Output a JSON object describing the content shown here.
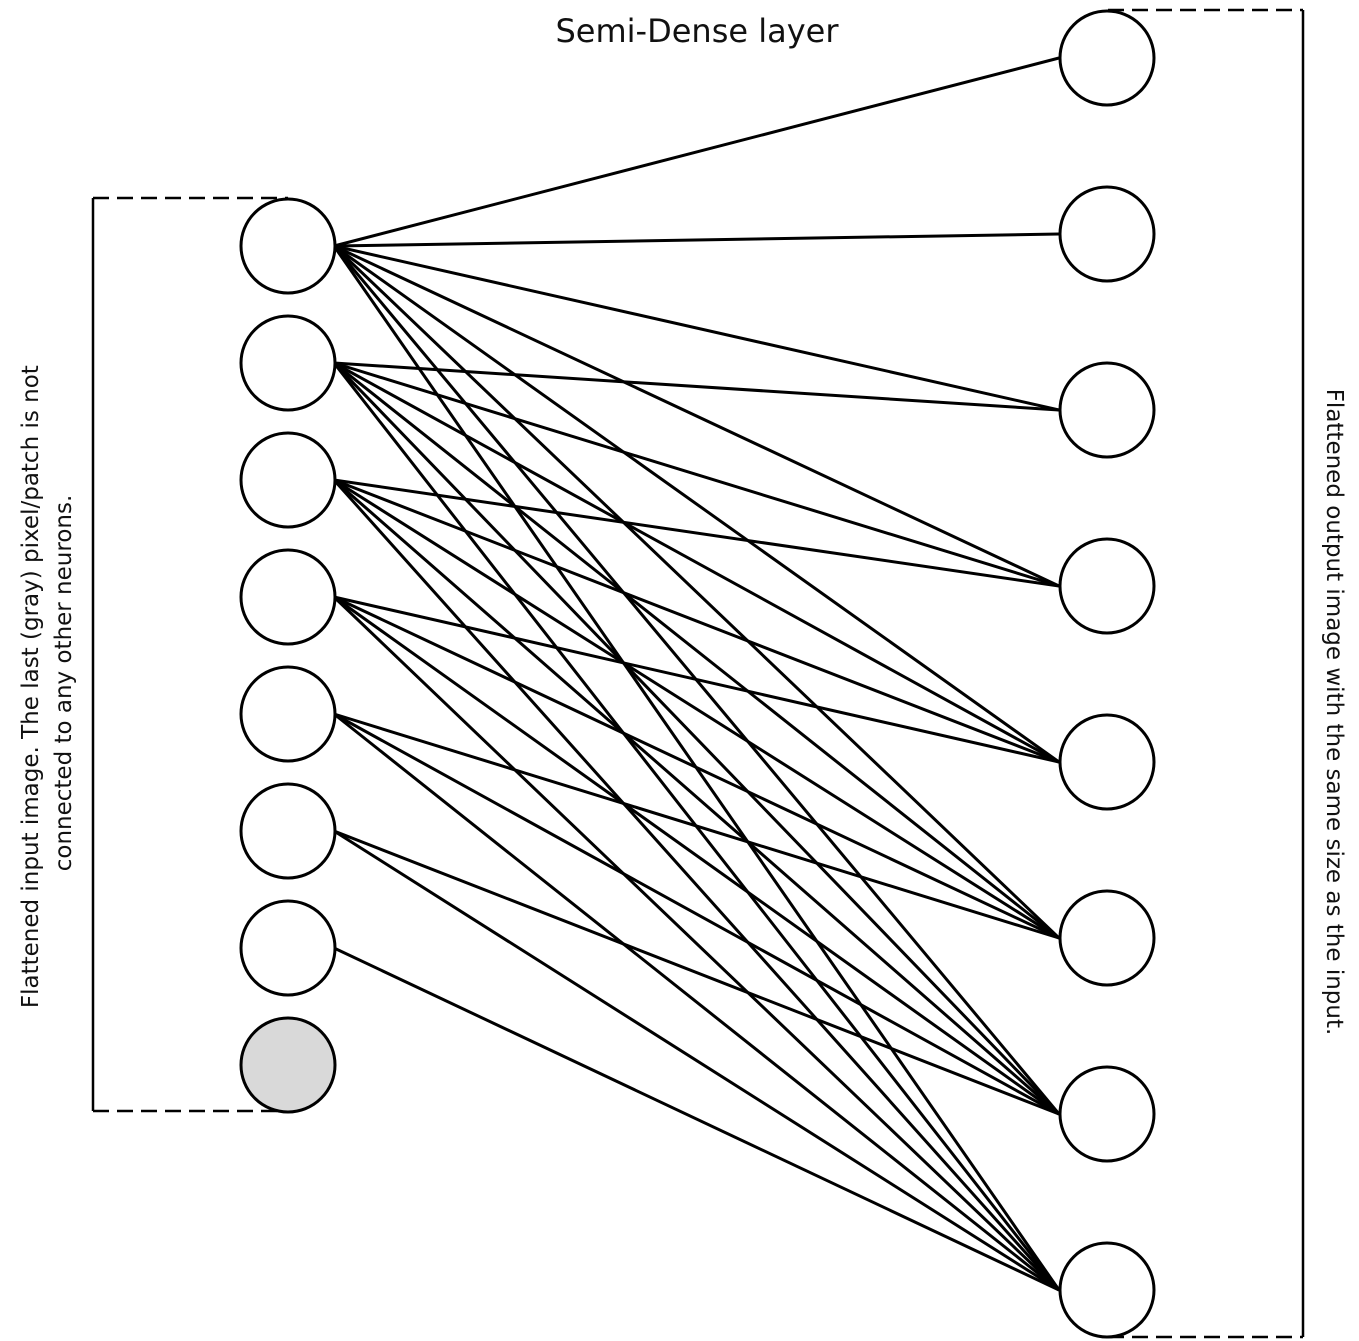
{
  "diagram": {
    "title": "Semi-Dense layer",
    "input_label_lines": [
      "Flattened input image. The last (gray) pixel/patch is not",
      "connected to any other neurons."
    ],
    "output_label": "Flattened output image with the same size as the input.",
    "input_neurons": [
      {
        "id": "in-1",
        "fill": "#ffffff",
        "connected": true
      },
      {
        "id": "in-2",
        "fill": "#ffffff",
        "connected": true
      },
      {
        "id": "in-3",
        "fill": "#ffffff",
        "connected": true
      },
      {
        "id": "in-4",
        "fill": "#ffffff",
        "connected": true
      },
      {
        "id": "in-5",
        "fill": "#ffffff",
        "connected": true
      },
      {
        "id": "in-6",
        "fill": "#ffffff",
        "connected": true
      },
      {
        "id": "in-7",
        "fill": "#ffffff",
        "connected": true
      },
      {
        "id": "in-8",
        "fill": "#d9d9d9",
        "connected": false
      }
    ],
    "output_neurons": [
      "out-1",
      "out-2",
      "out-3",
      "out-4",
      "out-5",
      "out-6",
      "out-7",
      "out-8"
    ],
    "connections": [
      [
        "in-1",
        "out-1"
      ],
      [
        "in-1",
        "out-2"
      ],
      [
        "in-1",
        "out-3"
      ],
      [
        "in-1",
        "out-4"
      ],
      [
        "in-1",
        "out-5"
      ],
      [
        "in-1",
        "out-6"
      ],
      [
        "in-1",
        "out-7"
      ],
      [
        "in-1",
        "out-8"
      ],
      [
        "in-2",
        "out-3"
      ],
      [
        "in-2",
        "out-4"
      ],
      [
        "in-2",
        "out-5"
      ],
      [
        "in-2",
        "out-6"
      ],
      [
        "in-2",
        "out-7"
      ],
      [
        "in-2",
        "out-8"
      ],
      [
        "in-3",
        "out-4"
      ],
      [
        "in-3",
        "out-5"
      ],
      [
        "in-3",
        "out-6"
      ],
      [
        "in-3",
        "out-7"
      ],
      [
        "in-3",
        "out-8"
      ],
      [
        "in-4",
        "out-5"
      ],
      [
        "in-4",
        "out-6"
      ],
      [
        "in-4",
        "out-7"
      ],
      [
        "in-4",
        "out-8"
      ],
      [
        "in-5",
        "out-6"
      ],
      [
        "in-5",
        "out-7"
      ],
      [
        "in-5",
        "out-8"
      ],
      [
        "in-6",
        "out-7"
      ],
      [
        "in-6",
        "out-8"
      ],
      [
        "in-7",
        "out-8"
      ]
    ],
    "colors": {
      "stroke": "#000000",
      "neuron_fill": "#ffffff",
      "unconnected_fill": "#d9d9d9"
    }
  }
}
